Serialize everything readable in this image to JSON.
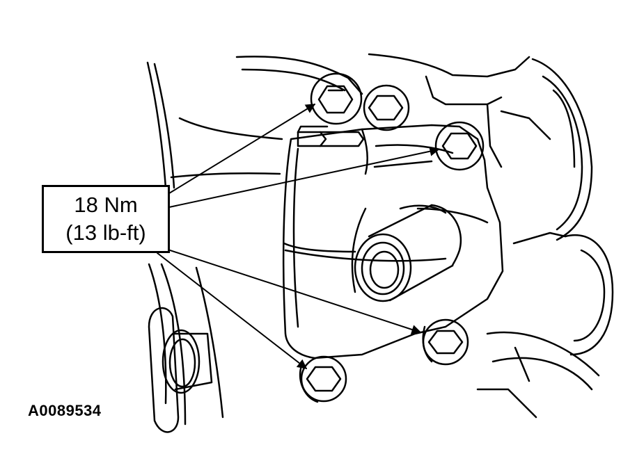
{
  "callout": {
    "torque_nm": "18 Nm",
    "torque_lbft": "(13 lb-ft)"
  },
  "figure_id": "A0089534",
  "colors": {
    "line": "#000000",
    "background": "#ffffff"
  },
  "icons": {
    "bolt": "hex-bolt-icon",
    "arrow": "leader-arrow"
  }
}
